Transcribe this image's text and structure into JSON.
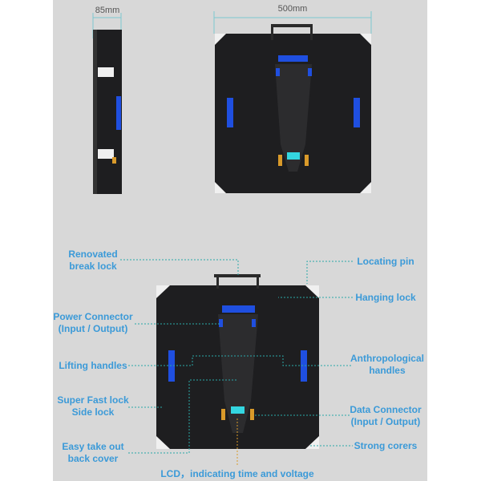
{
  "dimensions": {
    "depth": "85mm",
    "width": "500mm"
  },
  "labels": {
    "renovated_break_lock": [
      "Renovated",
      "break lock"
    ],
    "locating_pin": "Locating pin",
    "hanging_lock": "Hanging lock",
    "power_connector": [
      "Power Connector",
      "(Input / Output)"
    ],
    "lifting_handles": "Lifting handles",
    "anthropological_handles": [
      "Anthropological",
      "handles"
    ],
    "super_fast_lock": [
      "Super Fast lock",
      "Side lock"
    ],
    "data_connector": [
      "Data Connector",
      "(Input / Output)"
    ],
    "easy_take_out": [
      "Easy take out",
      "back cover"
    ],
    "strong_corers": "Strong corers",
    "lcd": "LCD，indicating time and  voltage"
  },
  "colors": {
    "label": "#3b9ad8",
    "background": "#d8d8d8",
    "cabinet": "#1e1e20",
    "handle": "#1f4fe0",
    "leader": "#2aa9a9"
  }
}
